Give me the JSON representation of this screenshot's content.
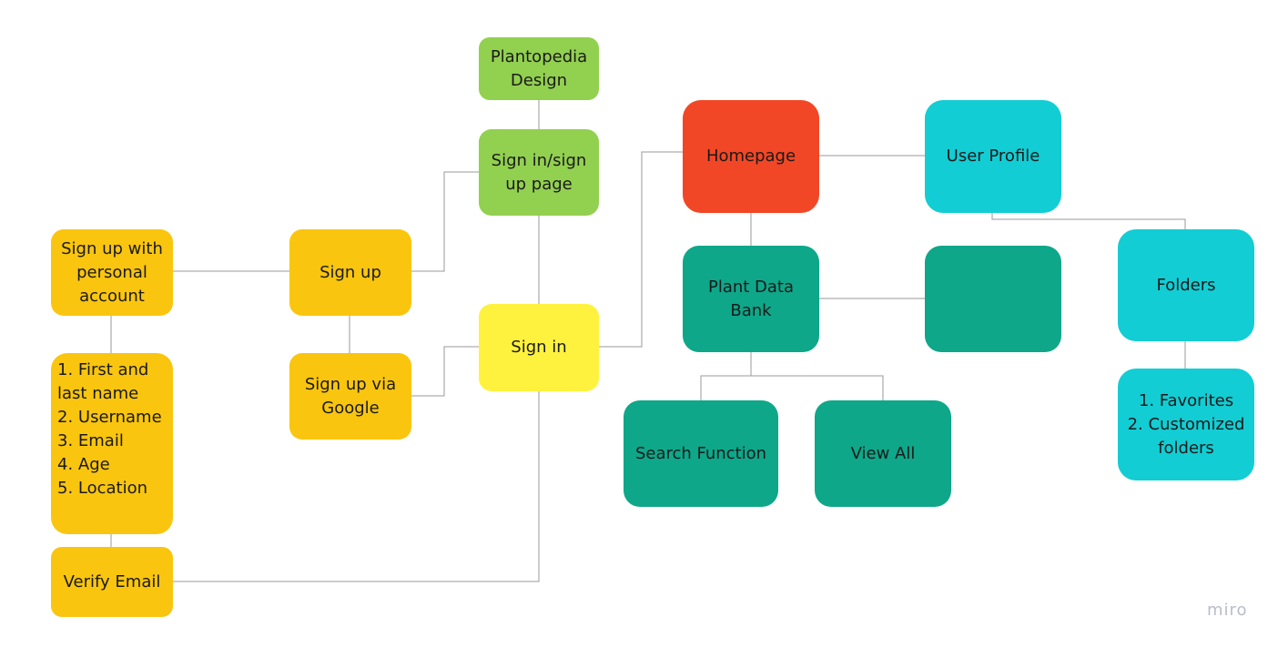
{
  "colors": {
    "root": "#92d050",
    "signup": "#f9c50f",
    "signin": "#fff23e",
    "home": "#f24726",
    "data": "#0ea789",
    "profile": "#12cdd4",
    "edge": "#9a9a9a"
  },
  "nodes": {
    "plantopedia": "Plantopedia\nDesign",
    "signin_signup_page": "Sign in/sign\nup page",
    "sign_up": "Sign up",
    "sign_up_personal": "Sign up with\npersonal\naccount",
    "sign_up_google": "Sign up via\nGoogle",
    "fields_list": "1. First and\nlast name\n2. Username\n3. Email\n4. Age\n5. Location",
    "verify_email": "Verify Email",
    "sign_in": "Sign in",
    "homepage": "Homepage",
    "user_profile": "User Profile",
    "plant_data_bank": "Plant Data\nBank",
    "blank_node": "",
    "search_function": "Search Function",
    "view_all": "View All",
    "folders": "Folders",
    "folder_list": "1. Favorites\n2. Customized\nfolders"
  },
  "watermark": "miro"
}
